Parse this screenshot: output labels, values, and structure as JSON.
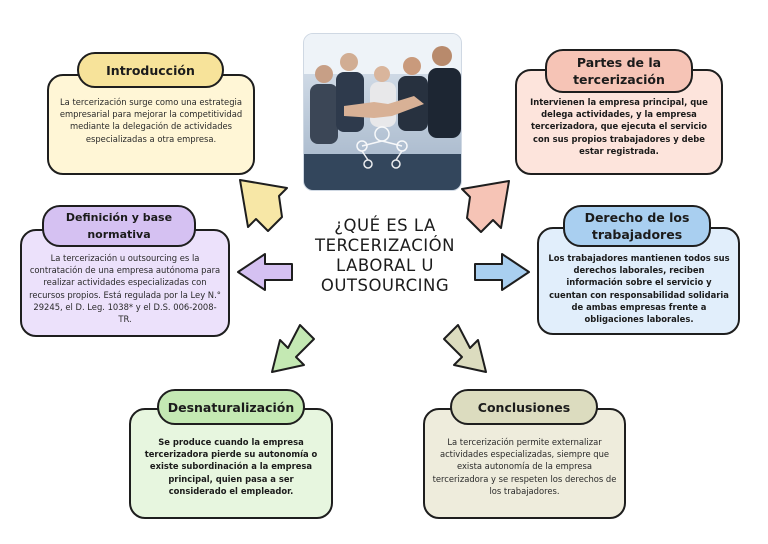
{
  "title": "¿QUÉ ES LA\nTERCERIZACIÓN\nLABORAL U\nOUTSOURCING",
  "photo_icon": "business-handshake-photo",
  "colors": {
    "intro": "#fff6d6",
    "partes": "#fde4dc",
    "definicion": "#ece1fb",
    "derecho": "#e1eefb",
    "desnaturalizacion": "#e7f6df",
    "conclusiones": "#eeecdc"
  },
  "sections": {
    "introduccion": {
      "heading": "Introducción",
      "text": "La tercerización surge como una estrategia empresarial para mejorar la competitividad mediante la delegación de actividades especializadas a otra empresa."
    },
    "partes": {
      "heading": "Partes de la\ntercerización",
      "text": "Intervienen la empresa principal, que delega actividades, y la empresa tercerizadora, que ejecuta el servicio con sus propios trabajadores y debe estar registrada."
    },
    "definicion": {
      "heading": "Definición y base\nnormativa",
      "text": "La tercerización u outsourcing es la contratación de una empresa autónoma para realizar actividades especializadas con recursos propios. Está regulada por la Ley N.° 29245, el D. Leg. 1038* y el D.S. 006-2008-TR."
    },
    "derecho": {
      "heading": "Derecho de los\ntrabajadores",
      "text": "Los trabajadores mantienen todos sus derechos laborales, reciben información sobre el servicio y cuentan con responsabilidad solidaria de ambas empresas frente a obligaciones laborales."
    },
    "desnaturalizacion": {
      "heading": "Desnaturalización",
      "text": "Se produce cuando la empresa tercerizadora pierde su autonomía o existe subordinación a la empresa principal, quien pasa a ser considerado el empleador."
    },
    "conclusiones": {
      "heading": "Conclusiones",
      "text": "La tercerización permite externalizar actividades especializadas, siempre que exista autonomía de la empresa tercerizadora y se respeten los derechos de los trabajadores."
    }
  }
}
